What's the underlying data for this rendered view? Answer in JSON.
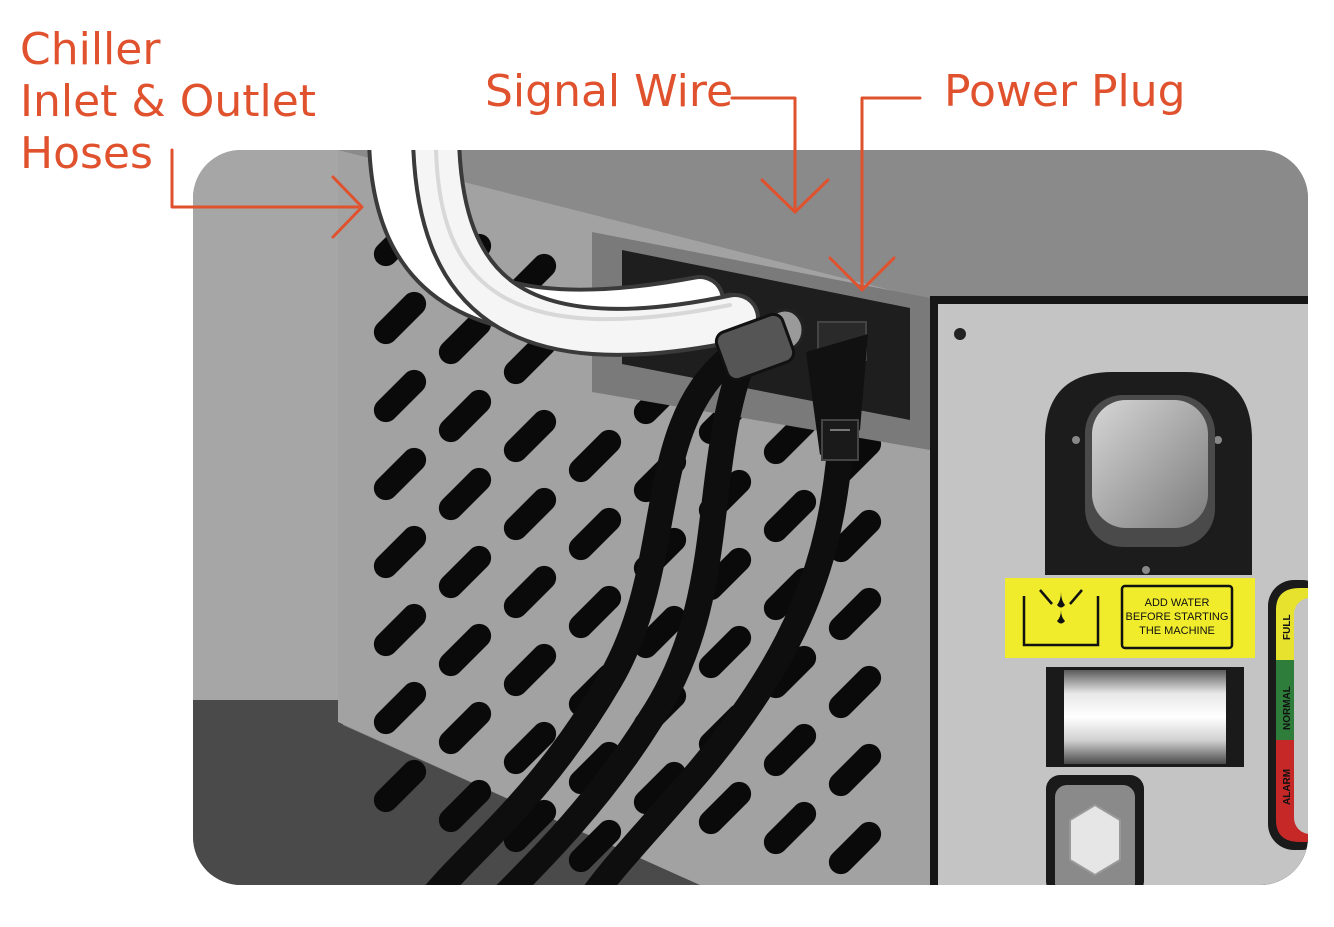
{
  "labels": {
    "hoses": [
      "Chiller",
      "Inlet & Outlet",
      "Hoses"
    ],
    "signal_wire": "Signal Wire",
    "power_plug": "Power Plug"
  },
  "warning_sticker": {
    "lines": [
      "ADD WATER",
      "BEFORE STARTING",
      "THE MACHINE"
    ]
  },
  "level_gauge": {
    "marks": [
      "FULL",
      "NORMAL",
      "ALARM"
    ]
  },
  "colors": {
    "callout": "#e0522e",
    "sticker": "#f0ec2c",
    "gauge_full": "#e6e22e",
    "gauge_normal": "#2e7d3a",
    "gauge_alarm": "#c62828"
  }
}
